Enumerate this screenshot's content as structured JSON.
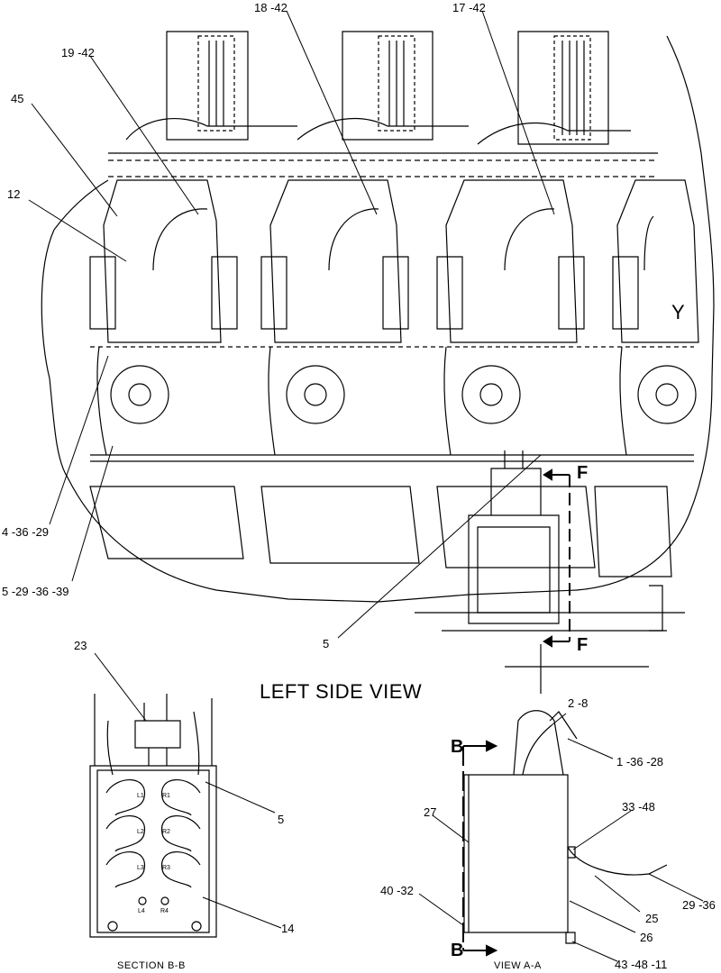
{
  "diagram": {
    "views": {
      "left_side": "LEFT SIDE VIEW",
      "section_bb": "SECTION B-B",
      "view_aa": "VIEW A-A"
    },
    "section_letters": {
      "f_top": "F",
      "f_bottom": "F",
      "b_top": "B",
      "b_bottom": "B",
      "y": "Y"
    },
    "callouts": {
      "c18_42": "18 -42",
      "c17_42": "17 -42",
      "c19_42": "19 -42",
      "c45": "45",
      "c12": "12",
      "c4_36_29": "4 -36 -29",
      "c5_29_36_39": "5 -29 -36 -39",
      "c5_main": "5",
      "c23": "23",
      "c5_section": "5",
      "c14": "14",
      "c2_8": "2 -8",
      "c1_36_28": "1 -36 -28",
      "c27": "27",
      "c33_48": "33 -48",
      "c40_32": "40 -32",
      "c25": "25",
      "c29_36": "29 -36",
      "c26": "26",
      "c43_48_11": "43 -48 -11"
    },
    "panel_marks": {
      "l1": "L1",
      "l2": "L2",
      "l3": "L3",
      "r1": "R1",
      "r2": "R2",
      "r3": "R3",
      "l4": "L4",
      "r4": "R4"
    }
  }
}
